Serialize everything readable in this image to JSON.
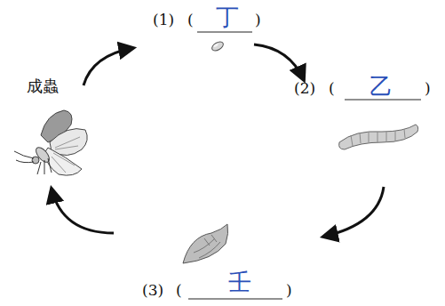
{
  "diagram": {
    "labels": [
      "(1)",
      "(",
      "丁",
      ")",
      "(2)",
      "(",
      "乙",
      ")",
      "(3)",
      "(",
      "壬",
      ")",
      "成蟲"
    ]
  }
}
